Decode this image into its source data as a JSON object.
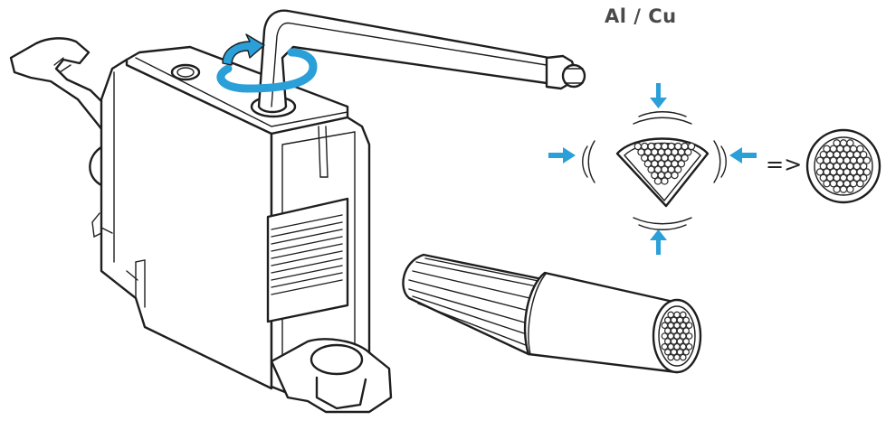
{
  "material_label": "Al / Cu",
  "transform_symbol": "=>",
  "colors": {
    "accent": "#2a9fd8",
    "line": "#1e1e1e",
    "background": "#ffffff"
  },
  "elements": {
    "terminal": "cable-terminal-block",
    "key": "hex-key-tool",
    "wrench": "open-end-wrench",
    "rotation": "clockwise-rotation-arrow",
    "conductor": "stranded-cable-end",
    "sector": "sector-shaped-conductor-cross-section",
    "round": "round-compacted-conductor-cross-section"
  }
}
